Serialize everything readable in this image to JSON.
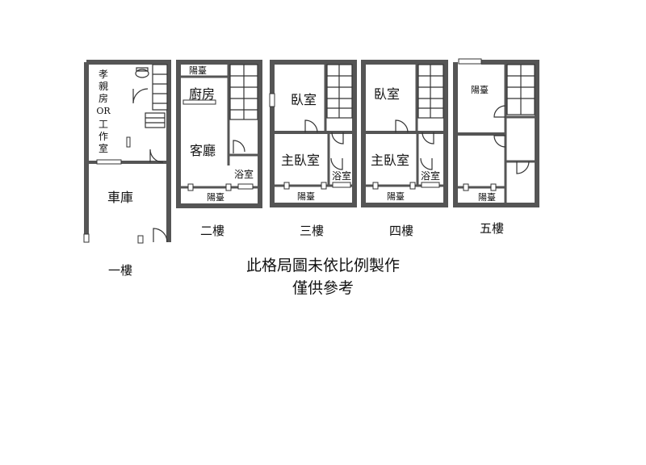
{
  "floors": [
    {
      "label": "一樓",
      "rooms": {
        "study_chars": [
          "孝",
          "親",
          "房",
          "OR",
          "工",
          "作",
          "室"
        ],
        "garage": "車庫"
      }
    },
    {
      "label": "二樓",
      "rooms": {
        "balcony_top": "陽臺",
        "kitchen": "廚房",
        "living": "客廳",
        "bath": "浴室",
        "balcony_bottom": "陽臺"
      }
    },
    {
      "label": "三樓",
      "rooms": {
        "bedroom": "臥室",
        "master": "主臥室",
        "bath": "浴室",
        "balcony_bottom": "陽臺"
      }
    },
    {
      "label": "四樓",
      "rooms": {
        "bedroom": "臥室",
        "master": "主臥室",
        "bath": "浴室",
        "balcony_bottom": "陽臺"
      }
    },
    {
      "label": "五樓",
      "rooms": {
        "balcony_top": "陽臺",
        "balcony_bottom": "陽臺"
      }
    }
  ],
  "note": {
    "line1": "此格局圖未依比例製作",
    "line2": "僅供參考"
  },
  "colors": {
    "wall": "#555555",
    "line": "#222222"
  }
}
